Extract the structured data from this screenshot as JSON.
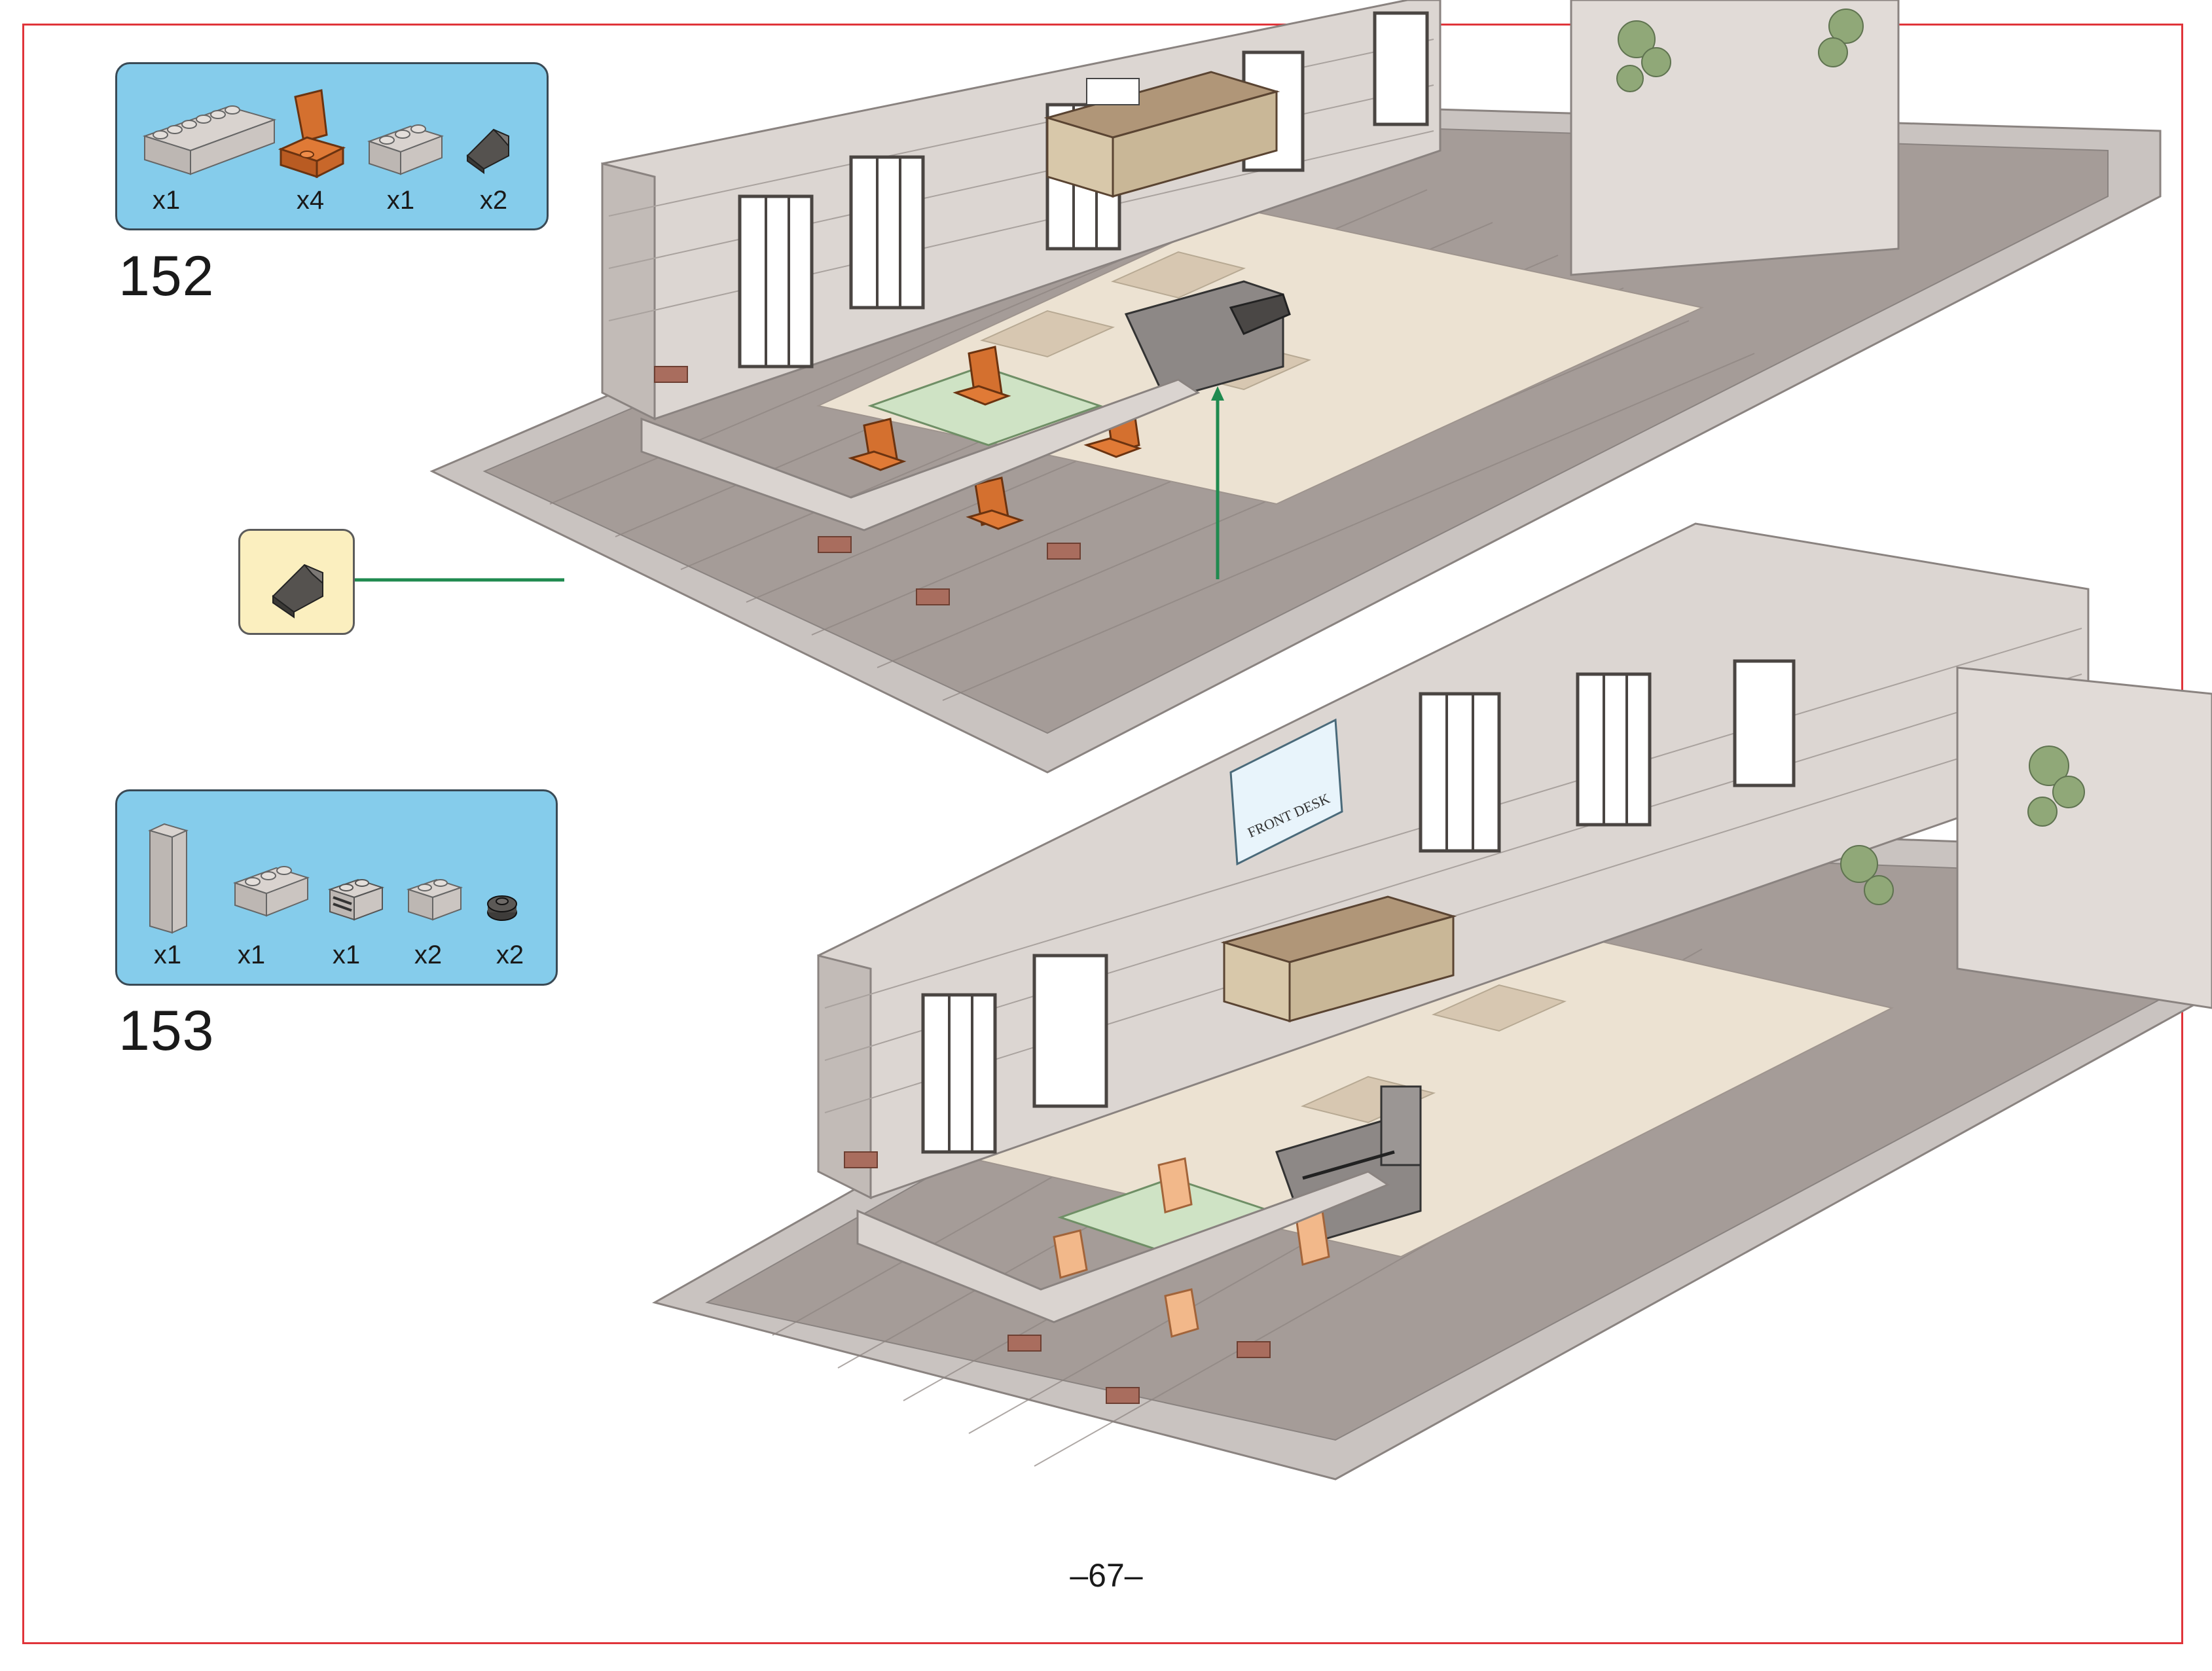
{
  "page": {
    "number": "–67–"
  },
  "steps": [
    {
      "number": "152",
      "parts": [
        {
          "name": "1x6-brick-light-gray",
          "qty": "x1"
        },
        {
          "name": "chair-orange",
          "qty": "x4"
        },
        {
          "name": "1x3-brick-light-gray",
          "qty": "x1"
        },
        {
          "name": "slope-dark-gray",
          "qty": "x2"
        }
      ]
    },
    {
      "number": "153",
      "parts": [
        {
          "name": "1x2x5-brick-light-gray",
          "qty": "x1"
        },
        {
          "name": "1x3-brick-light-gray",
          "qty": "x1"
        },
        {
          "name": "1x2-grille-brick-light-gray",
          "qty": "x1"
        },
        {
          "name": "1x2-brick-light-gray",
          "qty": "x2"
        },
        {
          "name": "1x1-round-plate-dark-gray",
          "qty": "x2"
        }
      ]
    }
  ],
  "callout": {
    "part": "slope-dark-gray"
  },
  "signs": {
    "front_desk": "FRONT DESK"
  },
  "colors": {
    "frame": "#e0343a",
    "parts_box": "#85cceb",
    "callout_box": "#fbefbf",
    "arrow": "#1f8a4f",
    "baseplate": "#c9c3c0",
    "tile": "#a59c98",
    "wall": "#dcd6d2",
    "chair": "#d4702f",
    "chair_new": "#f2b88a"
  }
}
